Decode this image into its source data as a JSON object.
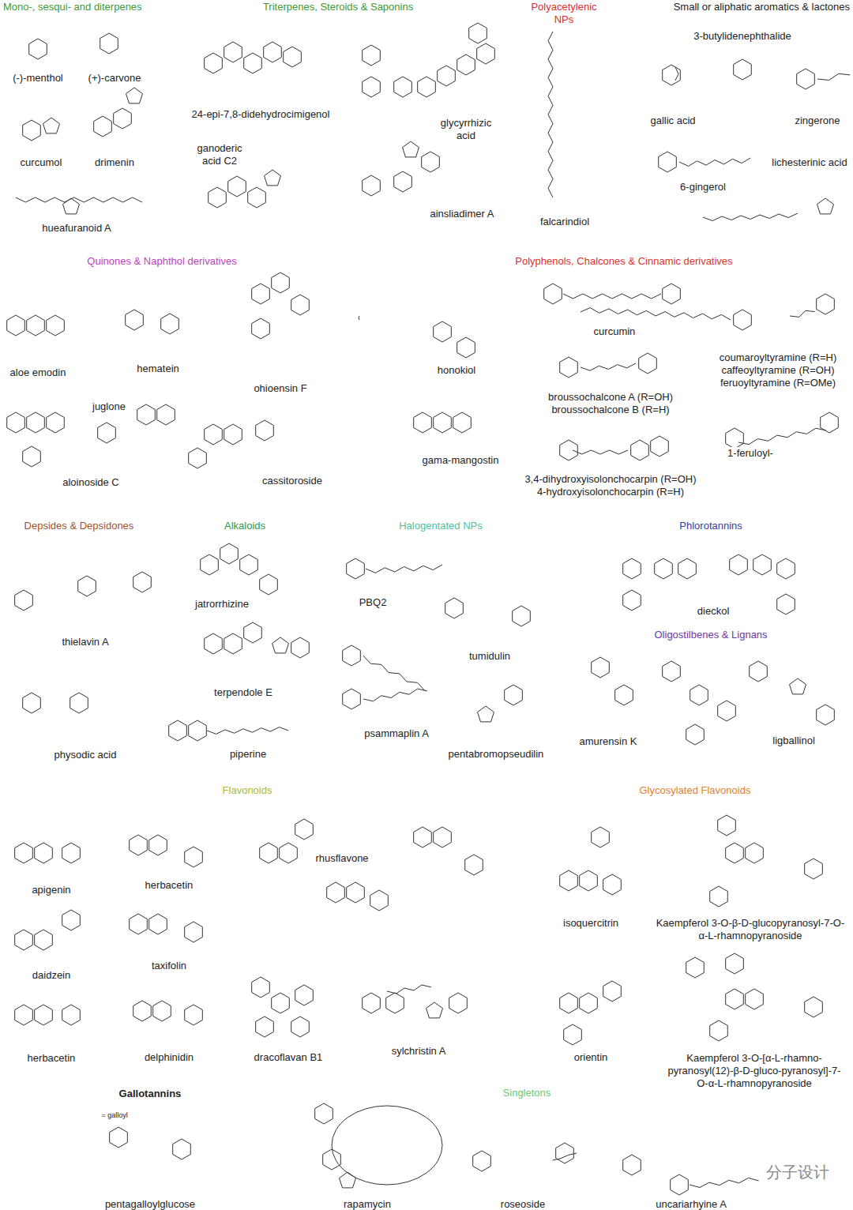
{
  "diagram": {
    "labels": [
      "Mono-, sesqui- and diterpenes",
      "Triterpenes, Steroids & Saponins",
      "Polyacetylenic NPs",
      "Small or aliphatic aromatics & lactones",
      "(-)-menthol",
      "(+)-carvone",
      "curcumol",
      "drimenin",
      "hueafuranoid A",
      "24-epi-7,8-didehydrocimigenol",
      "glycyrrhizic acid",
      "ganoderic acid C2",
      "ainsliadimer A",
      "falcarindiol",
      "3-butylidenephthalide",
      "gallic acid",
      "zingerone",
      "6-gingerol",
      "lichesterinic acid",
      "Quinones & Naphthol derivatives",
      "Polyphenols, Chalcones & Cinnamic derivatives",
      "aloe emodin",
      "hematein",
      "ohioensin F",
      "juglone",
      "aloinoside C",
      "cassitoroside",
      "honokiol",
      "gama-mangostin",
      "curcumin",
      "broussochalcone A (R=OH)",
      "broussochalcone B (R=H)",
      "3,4-dihydroxyisolonchocarpin (R=OH)",
      "4-hydroxyisolonchocarpin (R=H)",
      "coumaroyltyramine (R=H)",
      "caffeoyltyramine (R=OH)",
      "feruoyltyramine (R=OMe)",
      "1-feruloyl-",
      "Depsides & Depsidones",
      "Alkaloids",
      "Halogentated NPs",
      "Phlorotannins",
      "thielavin A",
      "physodic acid",
      "jatrorrhizine",
      "terpendole E",
      "piperine",
      "PBQ2",
      "tumidulin",
      "psammaplin A",
      "pentabromopseudilin",
      "dieckol",
      "Oligostilbenes & Lignans",
      "amurensin K",
      "ligballinol",
      "Flavonoids",
      "Glycosylated Flavonoids",
      "apigenin",
      "herbacetin",
      "rhusflavone",
      "isoquercitrin",
      "Kaempferol 3-O-β-D-glucopyranosyl-7-O-α-L-rhamnopyranoside",
      "daidzein",
      "taxifolin",
      "herbacetin",
      "delphinidin",
      "dracoflavan B1",
      "sylchristin A",
      "orientin",
      "Kaempferol 3-O-[α-L-rhamno-pyranosyl(12)-β-D-gluco-pyranosyl]-7-O-α-L-rhamnopyranoside",
      "Gallotannins",
      "= galloyl",
      "pentagalloylglucose",
      "rapamycin",
      "Singletons",
      "roseoside",
      "uncariarhyine A",
      "分子设计"
    ]
  }
}
